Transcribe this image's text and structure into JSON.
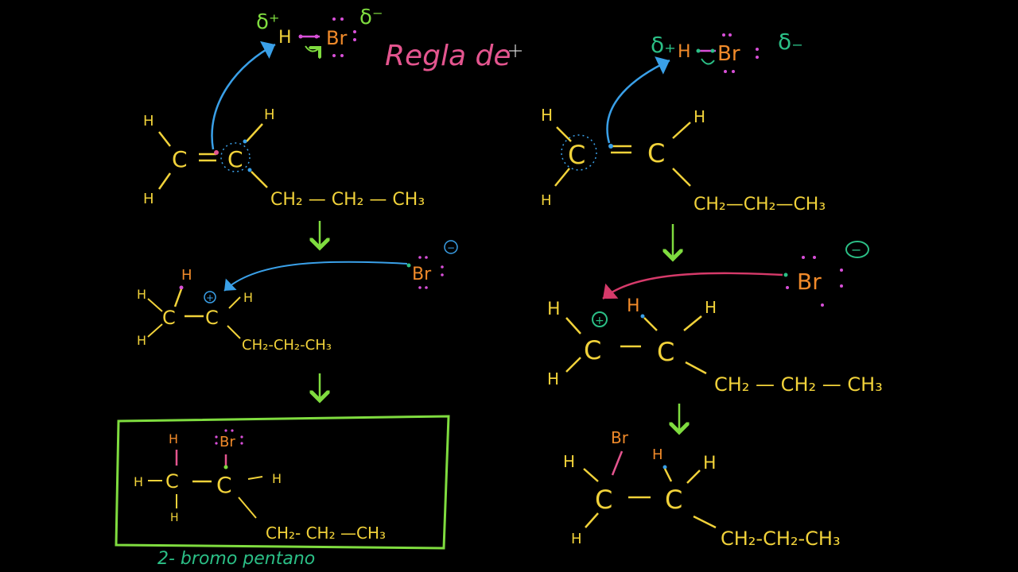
{
  "title": "Regla de",
  "colors": {
    "background": "#000000",
    "carbon_chain": "#f1d23a",
    "bromine": "#f08a2a",
    "arrow_reaction": "#7fdc3f",
    "blue_arrow": "#3aa0e8",
    "red_arrow": "#d63a6a",
    "box": "#7fdc3f",
    "title": "#e4558f",
    "charge": "#2bbf86"
  },
  "atoms": {
    "H": "H",
    "C": "C",
    "Br": "Br",
    "Br_split": "Br",
    "dash": "—"
  },
  "charges": {
    "delta_plus": "δ⁺",
    "delta_minus": "δ⁻",
    "delta_plus_right": "δ₊",
    "delta_minus_right": "δ₋",
    "positive": "+",
    "negative": "−"
  },
  "chains": {
    "left_top": "CH₂ — CH₂ — CH₃",
    "left_mid": "CH₂-CH₂-CH₃",
    "left_box": "CH₂- CH₂ —CH₃",
    "right_top": "CH₂—CH₂—CH₃",
    "right_mid": "CH₂ — CH₂ — CH₃",
    "right_bottom": "CH₂-CH₂-CH₃"
  },
  "product_label": "2- bromo pentano"
}
